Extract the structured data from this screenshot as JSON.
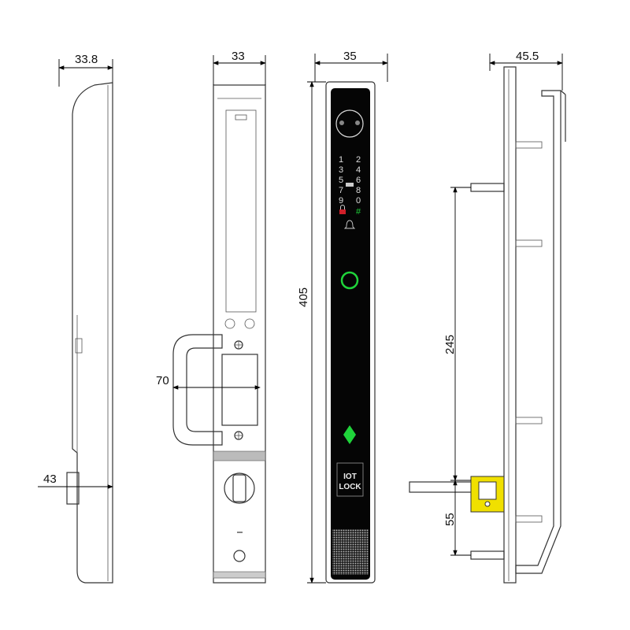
{
  "dimensions": {
    "side_left_depth": "33.8",
    "handle_offset": "43",
    "back_width": "33",
    "handle_depth": "70",
    "front_width": "35",
    "overall_height": "405",
    "side_right_depth": "45.5",
    "hole_spacing": "245",
    "cylinder_offset": "55"
  },
  "keypad": {
    "keys": [
      "1",
      "2",
      "3",
      "4",
      "5",
      "6",
      "7",
      "8",
      "9",
      "0"
    ],
    "hash": "#"
  },
  "front_label": {
    "line1": "IOT",
    "line2": "LOCK"
  },
  "colors": {
    "panel": "#050505",
    "indicator_green": "#1fd33a",
    "lock_red": "#d0202a",
    "cylinder_yellow": "#f0e000"
  }
}
